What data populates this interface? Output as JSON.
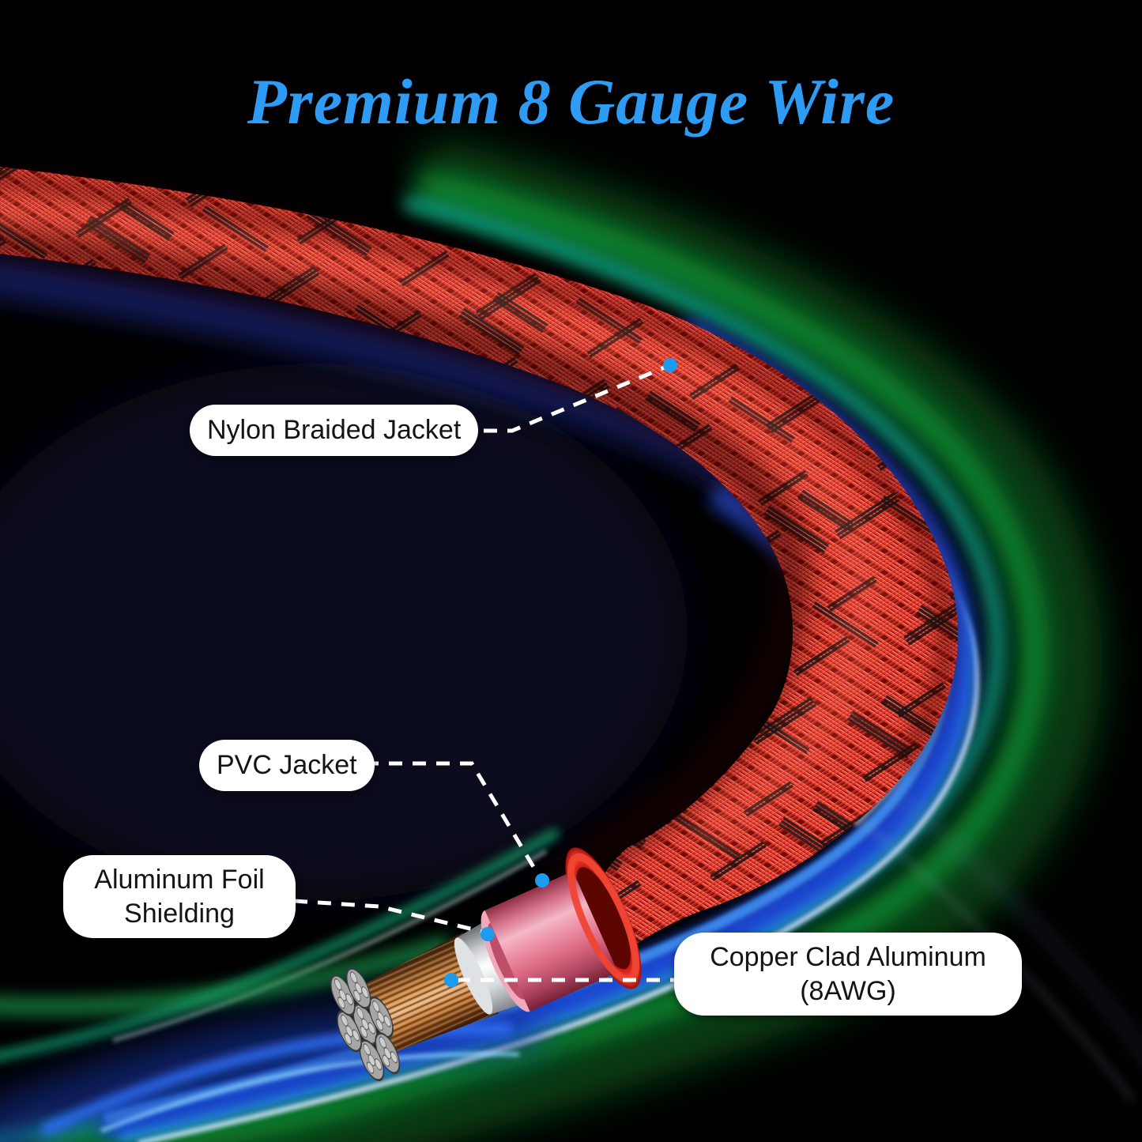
{
  "title": {
    "text": "Premium 8 Gauge Wire",
    "color": "#2e9cf4"
  },
  "callouts": {
    "nylon": {
      "label": "Nylon Braided Jacket"
    },
    "pvc": {
      "label": "PVC Jacket"
    },
    "foil": {
      "label_line1": "Aluminum Foil",
      "label_line2": "Shielding"
    },
    "copper": {
      "label_line1": "Copper Clad Aluminum",
      "label_line2": "(8AWG)"
    }
  },
  "illustration": {
    "background_color": "#000000",
    "braid_red": "#e02318",
    "braid_dark": "#6e0b04",
    "braid_black_strand": "#161616",
    "pvc_pink": "#ee93a9",
    "foil_silver": "#f2f2f2",
    "copper": "#d9934c",
    "aluminum_core": "#a6a6a6",
    "accent_dot": "#1d9bf0",
    "glow_green": "#0f9c38",
    "glow_teal": "#18bfa2",
    "glow_cyan": "#2fd3e0",
    "glow_blue": "#1c46d8",
    "glow_white": "#edf7f4"
  }
}
